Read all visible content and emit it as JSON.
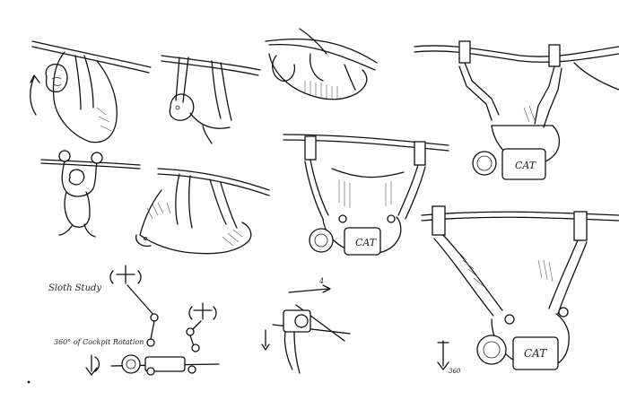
{
  "labels": {
    "sloth_study": "Sloth Study",
    "cockpit_rotation": "360° of Cockpit Rotation",
    "cat_top": "CAT",
    "cat_middle": "CAT",
    "cat_bottom": "CAT",
    "angle_note": "360",
    "small_number": "4"
  }
}
